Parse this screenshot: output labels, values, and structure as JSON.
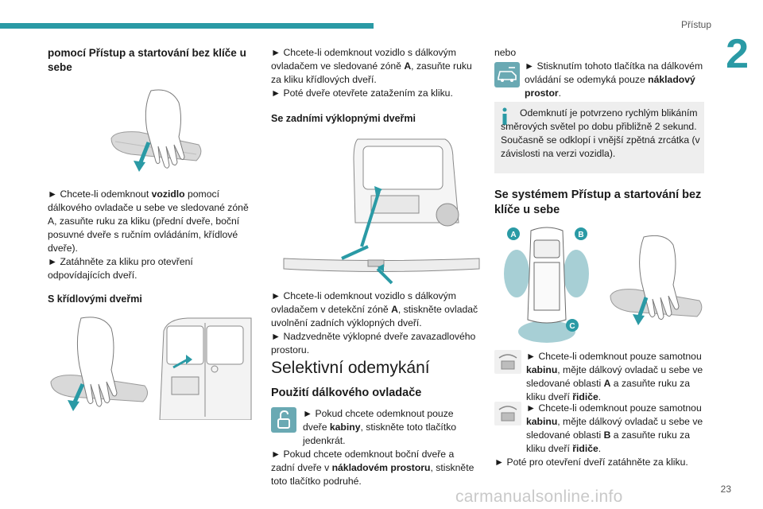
{
  "header": {
    "section": "Přístup",
    "chapter": "2"
  },
  "col1": {
    "heading": "pomocí Přístup a startování bez klíče u sebe",
    "p1_a": "► Chcete-li odemknout ",
    "p1_b": "vozidlo",
    "p1_c": " pomocí dálkového ovladače u sebe ve sledované zóně A, zasuňte ruku za kliku (přední dveře, boční posuvné dveře s ručním ovládáním, křídlové dveře).",
    "p2": "► Zatáhněte za kliku pro otevření odpovídajících dveří.",
    "subheading": "S křídlovými dveřmi"
  },
  "col2": {
    "p1_a": "► Chcete-li odemknout vozidlo s dálkovým ovladačem ve sledované zóně ",
    "p1_b": "A",
    "p1_c": ", zasuňte ruku za kliku křídlových dveří.",
    "p2": "► Poté dveře otevřete zatažením za kliku.",
    "subheading": "Se zadními výklopnými dveřmi",
    "p3_a": "► Chcete-li odemknout vozidlo s dálkovým ovladačem v detekční zóně ",
    "p3_b": "A",
    "p3_c": ", stiskněte ovladač uvolnění zadních výklopných dveří.",
    "p4": "► Nadzvedněte výklopné dveře zavazadlového prostoru.",
    "title": "Selektivní odemykání",
    "subtitle": "Použití dálkového ovladače",
    "p5_a": "► Pokud chcete odemknout pouze dveře ",
    "p5_b": "kabiny",
    "p5_c": ", stiskněte toto tlačítko jedenkrát.",
    "p6_a": "► Pokud chcete odemknout boční dveře a zadní dveře v ",
    "p6_b": "nákladovém prostoru",
    "p6_c": ", stiskněte toto tlačítko podruhé."
  },
  "col3": {
    "p0": "nebo",
    "p1_a": "► Stisknutím tohoto tlačítka na dálkovém ovládání se odemyká pouze ",
    "p1_b": "nákladový prostor",
    "p1_c": ".",
    "info_1": "Odemknutí je potvrzeno rychlým blikáním směrových světel po dobu přibližně 2 sekund.",
    "info_2": "Současně se odklopí i vnější zpětná zrcátka (v závislosti na verzi vozidla).",
    "heading": "Se systémem Přístup a startování bez klíče u sebe",
    "zone_a": "A",
    "zone_b": "B",
    "zone_c": "C",
    "p2_a": "► Chcete-li odemknout pouze samotnou ",
    "p2_b": "kabinu",
    "p2_c": ", mějte dálkový ovladač u sebe ve sledované oblasti ",
    "p2_d": "A",
    "p2_e": " a zasuňte ruku za kliku dveří ",
    "p2_f": "řidiče",
    "p2_g": ".",
    "p3_a": "► Chcete-li odemknout pouze samotnou ",
    "p3_b": "kabinu",
    "p3_c": ", mějte dálkový ovladač u sebe ve sledované oblasti ",
    "p3_d": "B",
    "p3_e": " a zasuňte ruku za kliku dveří ",
    "p3_f": "řidiče",
    "p3_g": ".",
    "p4": "► Poté pro otevření dveří zatáhněte za kliku."
  },
  "footer": {
    "page": "23",
    "watermark": "carmanualsonline.info"
  },
  "colors": {
    "accent": "#2a9aa5",
    "arrow": "#2a9aa5",
    "icon_bg": "#6aa9b3",
    "info_bg": "#eeeeee"
  },
  "icons": [
    "unlock-button-icon",
    "cargo-van-button-icon",
    "info-icon",
    "keyless-card-icon"
  ]
}
